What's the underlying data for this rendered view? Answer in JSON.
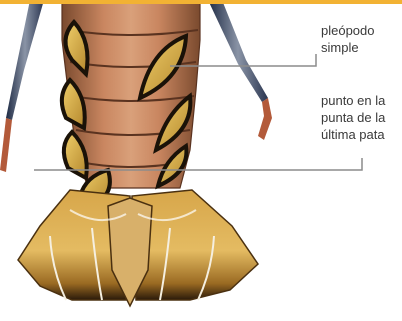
{
  "labels": {
    "pleopod": {
      "lines": [
        "pleópodo",
        "simple"
      ]
    },
    "leg_tip": {
      "lines": [
        "punto en la",
        "punta de la",
        "última pata"
      ]
    }
  },
  "colors": {
    "accent_bar": "#f2b233",
    "leader_line": "#8c8c8c",
    "label_text": "#3a3a3a"
  }
}
